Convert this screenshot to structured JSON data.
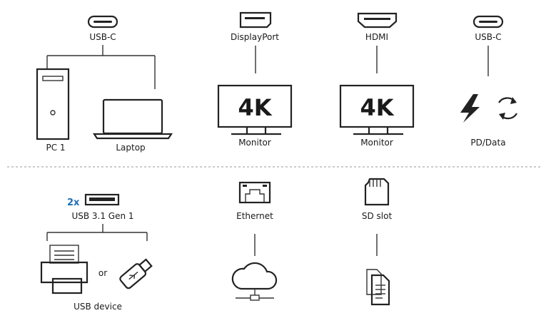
{
  "colors": {
    "accent": "#1f6fb5",
    "ink": "#222222",
    "dash": "#9a9a9a"
  },
  "top": {
    "usbc_left": "USB-C",
    "pc": "PC 1",
    "laptop": "Laptop",
    "displayport": "DisplayPort",
    "dp_screen": "4K",
    "dp_monitor": "Monitor",
    "hdmi": "HDMI",
    "hdmi_screen": "4K",
    "hdmi_monitor": "Monitor",
    "usbc_right": "USB-C",
    "pd_data": "PD/Data"
  },
  "bottom": {
    "usb_count": "2x",
    "usb_port": "USB 3.1 Gen 1",
    "or": "or",
    "usb_device": "USB device",
    "ethernet": "Ethernet",
    "sd_slot": "SD slot"
  },
  "icons": [
    "usb-c-port-icon",
    "desktop-pc-icon",
    "laptop-icon",
    "displayport-icon",
    "monitor-icon",
    "hdmi-icon",
    "lightning-icon",
    "sync-icon",
    "usb-a-port-icon",
    "printer-icon",
    "usb-stick-icon",
    "ethernet-port-icon",
    "cloud-network-icon",
    "sd-card-icon",
    "documents-icon"
  ]
}
